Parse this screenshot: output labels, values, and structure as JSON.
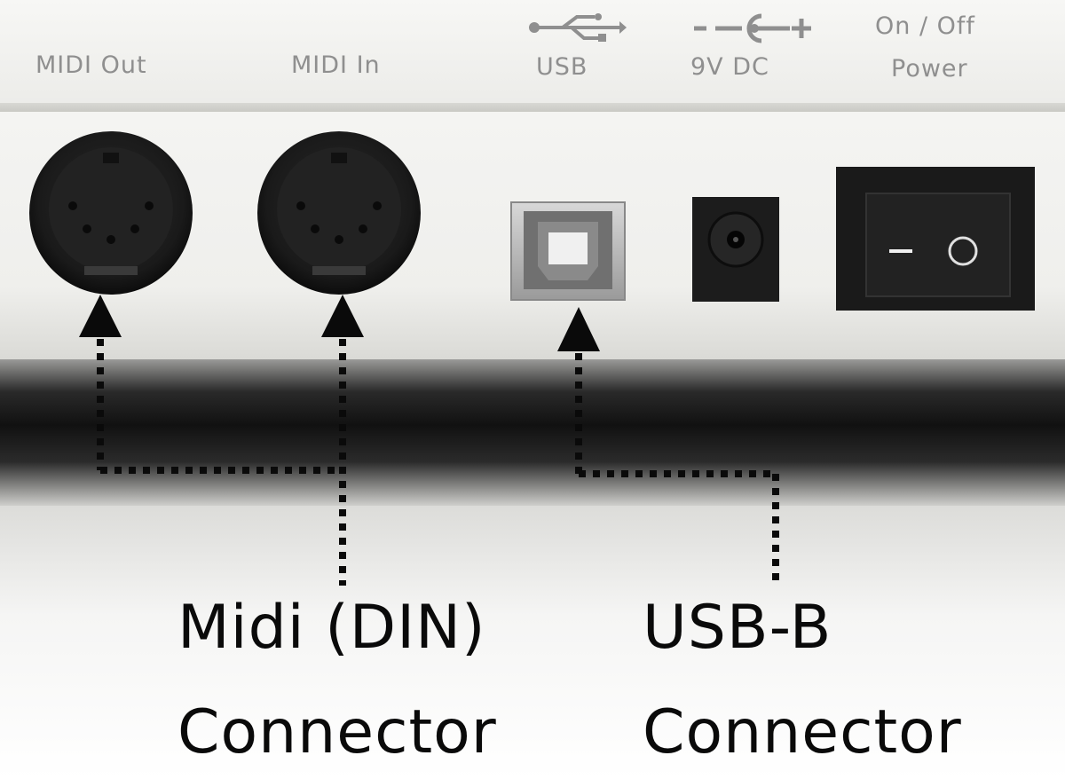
{
  "panel_labels": {
    "midi_out": "MIDI Out",
    "midi_in": "MIDI In",
    "usb": "USB",
    "dc": "9V DC",
    "power_top": "On / Off",
    "power_bottom": "Power"
  },
  "switch": {
    "off_symbol": "I",
    "on_symbol": "O"
  },
  "callouts": {
    "midi_line1": "Midi (DIN)",
    "midi_line2": "Connector",
    "usb_line1": "USB-B",
    "usb_line2": "Connector"
  },
  "icons": [
    "usb-icon",
    "dc-polarity-icon"
  ],
  "colors": {
    "panel": "#f2f2f0",
    "label_gray": "#8f8f8f",
    "connector_black": "#1c1c1c",
    "arrow_black": "#0a0a0a"
  }
}
